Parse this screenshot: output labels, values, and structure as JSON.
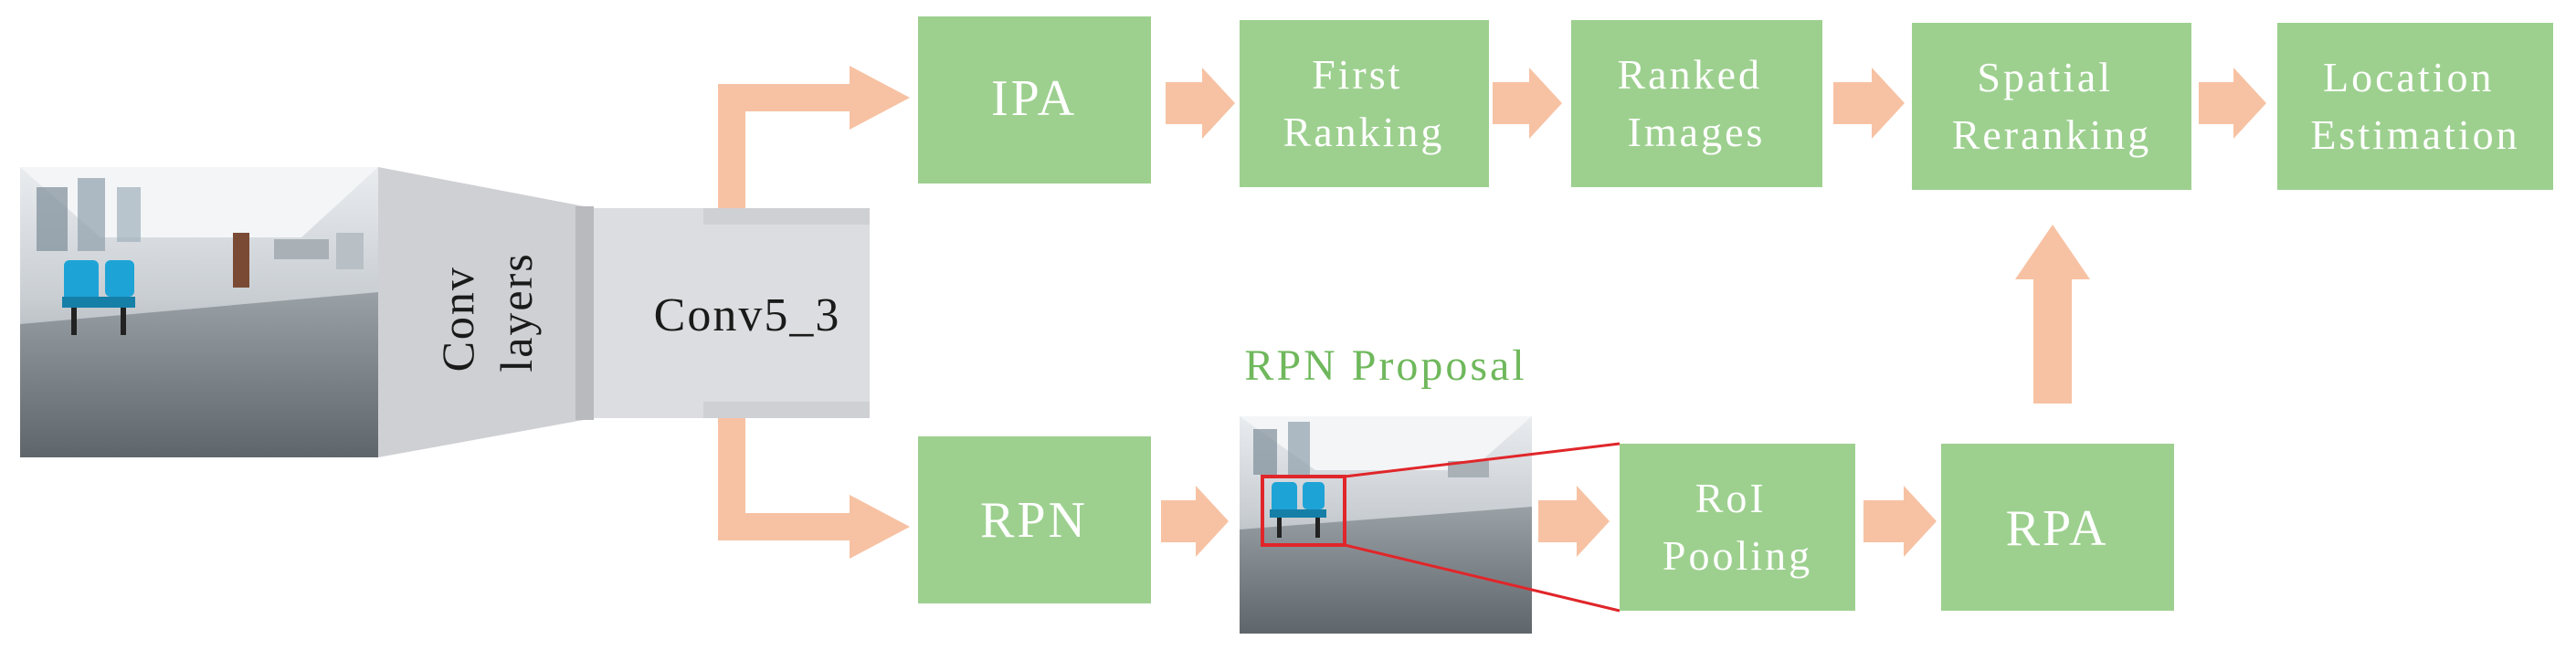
{
  "colors": {
    "box_green": "#9dd08f",
    "arrow_peach": "#f7c2a3",
    "gray_block": "#dcdde0",
    "gray_trap": "#cfd0d4",
    "highlight_red": "#e0262a",
    "proposal_text": "#6fb85c"
  },
  "backbone": {
    "conv_layers": [
      "Conv",
      "layers"
    ],
    "conv5_3": "Conv5_3"
  },
  "top_branch": {
    "ipa": "IPA",
    "first_ranking": [
      "First",
      "Ranking"
    ],
    "ranked_images": [
      "Ranked",
      "Images"
    ],
    "spatial_reranking": [
      "Spatial",
      "Reranking"
    ],
    "location_estimation": [
      "Location",
      "Estimation"
    ]
  },
  "bottom_branch": {
    "rpn": "RPN",
    "rpn_proposal_title": "RPN Proposal",
    "roi_pooling": [
      "RoI",
      "Pooling"
    ],
    "rpa": "RPA"
  }
}
